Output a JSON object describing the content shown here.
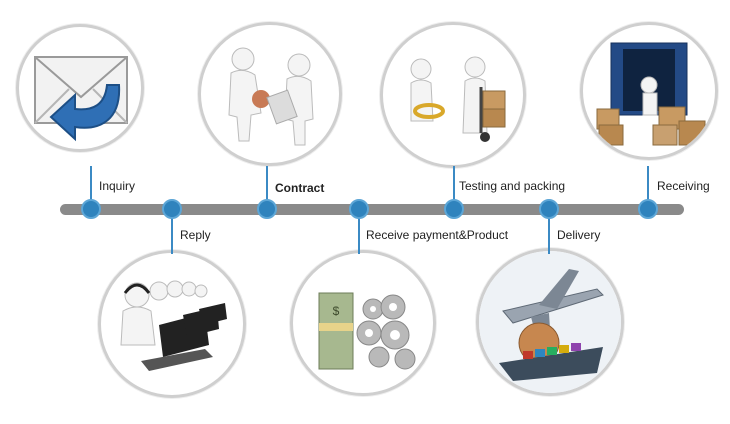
{
  "steps": {
    "inquiry": "Inquiry",
    "reply": "Reply",
    "contract": "Contract",
    "receive_payment": "Receive payment&Product",
    "testing_packing": "Testing and packing",
    "delivery": "Delivery",
    "receiving": "Receiving"
  },
  "colors": {
    "timeline": "#8a8a8a",
    "dot": "#2f83bd",
    "stem": "#3b8ac4",
    "circle_border": "#cfcfcf"
  }
}
